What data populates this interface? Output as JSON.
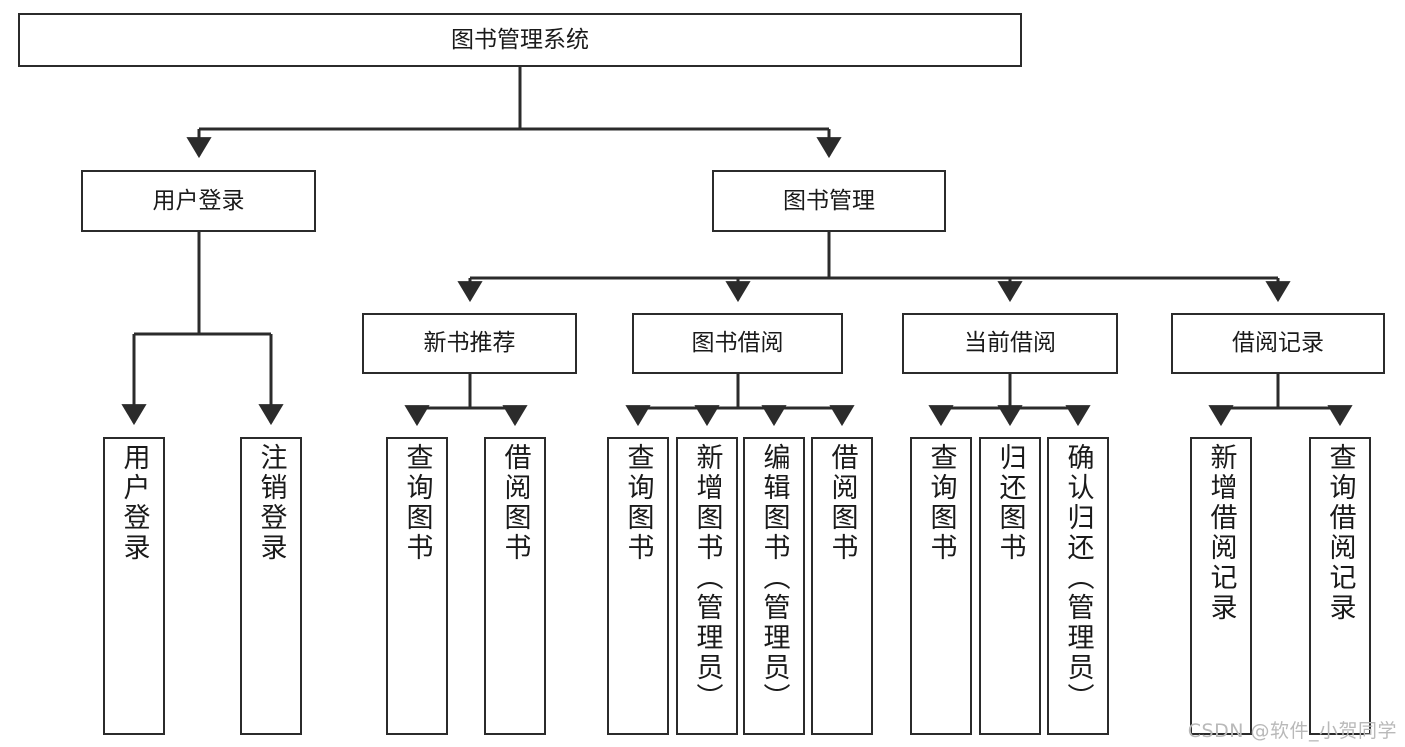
{
  "diagram": {
    "type": "hierarchy-tree",
    "title": "图书管理系统",
    "watermark": "CSDN @软件_小贺同学",
    "colors": {
      "stroke": "#2b2b2b",
      "fill": "#ffffff",
      "text": "#1a1a1a",
      "watermark": "#b9b9b9"
    },
    "nodes": {
      "root": {
        "label": "图书管理系统"
      },
      "level1": [
        {
          "id": "user-login",
          "label": "用户登录"
        },
        {
          "id": "book-manage",
          "label": "图书管理"
        }
      ],
      "level2": [
        {
          "id": "new-book-rec",
          "label": "新书推荐"
        },
        {
          "id": "book-borrow",
          "label": "图书借阅"
        },
        {
          "id": "current-borrow",
          "label": "当前借阅"
        },
        {
          "id": "borrow-record",
          "label": "借阅记录"
        }
      ],
      "leaves": {
        "user_login": [
          {
            "id": "leaf-user-login",
            "label": "用户登录"
          },
          {
            "id": "leaf-logout",
            "label": "注销登录"
          }
        ],
        "new_book_rec": [
          {
            "id": "leaf-query-book-1",
            "label": "查询图书"
          },
          {
            "id": "leaf-borrow-book-1",
            "label": "借阅图书"
          }
        ],
        "book_borrow": [
          {
            "id": "leaf-query-book-2",
            "label": "查询图书"
          },
          {
            "id": "leaf-add-book",
            "label": "新增图书（管理员）"
          },
          {
            "id": "leaf-edit-book",
            "label": "编辑图书（管理员）"
          },
          {
            "id": "leaf-borrow-book-2",
            "label": "借阅图书"
          }
        ],
        "current_borrow": [
          {
            "id": "leaf-query-book-3",
            "label": "查询图书"
          },
          {
            "id": "leaf-return-book",
            "label": "归还图书"
          },
          {
            "id": "leaf-confirm-return",
            "label": "确认归还（管理员）"
          }
        ],
        "borrow_record": [
          {
            "id": "leaf-add-record",
            "label": "新增借阅记录"
          },
          {
            "id": "leaf-query-record",
            "label": "查询借阅记录"
          }
        ]
      }
    }
  }
}
